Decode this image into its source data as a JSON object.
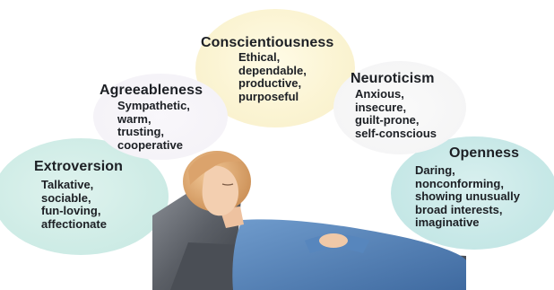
{
  "traits": [
    {
      "name": "Conscientiousness",
      "descriptors": [
        "Ethical,",
        "dependable,",
        "productive,",
        "purposeful"
      ]
    },
    {
      "name": "Agreeableness",
      "descriptors": [
        "Sympathetic,",
        "warm,",
        "trusting,",
        "cooperative"
      ]
    },
    {
      "name": "Neuroticism",
      "descriptors": [
        "Anxious,",
        "insecure,",
        "guilt-prone,",
        "self-conscious"
      ]
    },
    {
      "name": "Extroversion",
      "descriptors": [
        "Talkative,",
        "sociable,",
        "fun-loving,",
        "affectionate"
      ]
    },
    {
      "name": "Openness",
      "descriptors": [
        "Daring,",
        "nonconforming,",
        "showing unusually",
        "broad interests,",
        "imaginative"
      ]
    }
  ],
  "colors": {
    "text": "#1c1f24",
    "cloud_teal": "#cfece6",
    "cloud_yellow": "#fbf4d3",
    "cloud_lavender": "#f3f1f6",
    "shirt_blue": "#4f7fb6",
    "hair_blonde": "#e3b07a",
    "couch_gray": "#5b5f66"
  },
  "illustration": {
    "subject": "woman-reclining-on-couch"
  }
}
